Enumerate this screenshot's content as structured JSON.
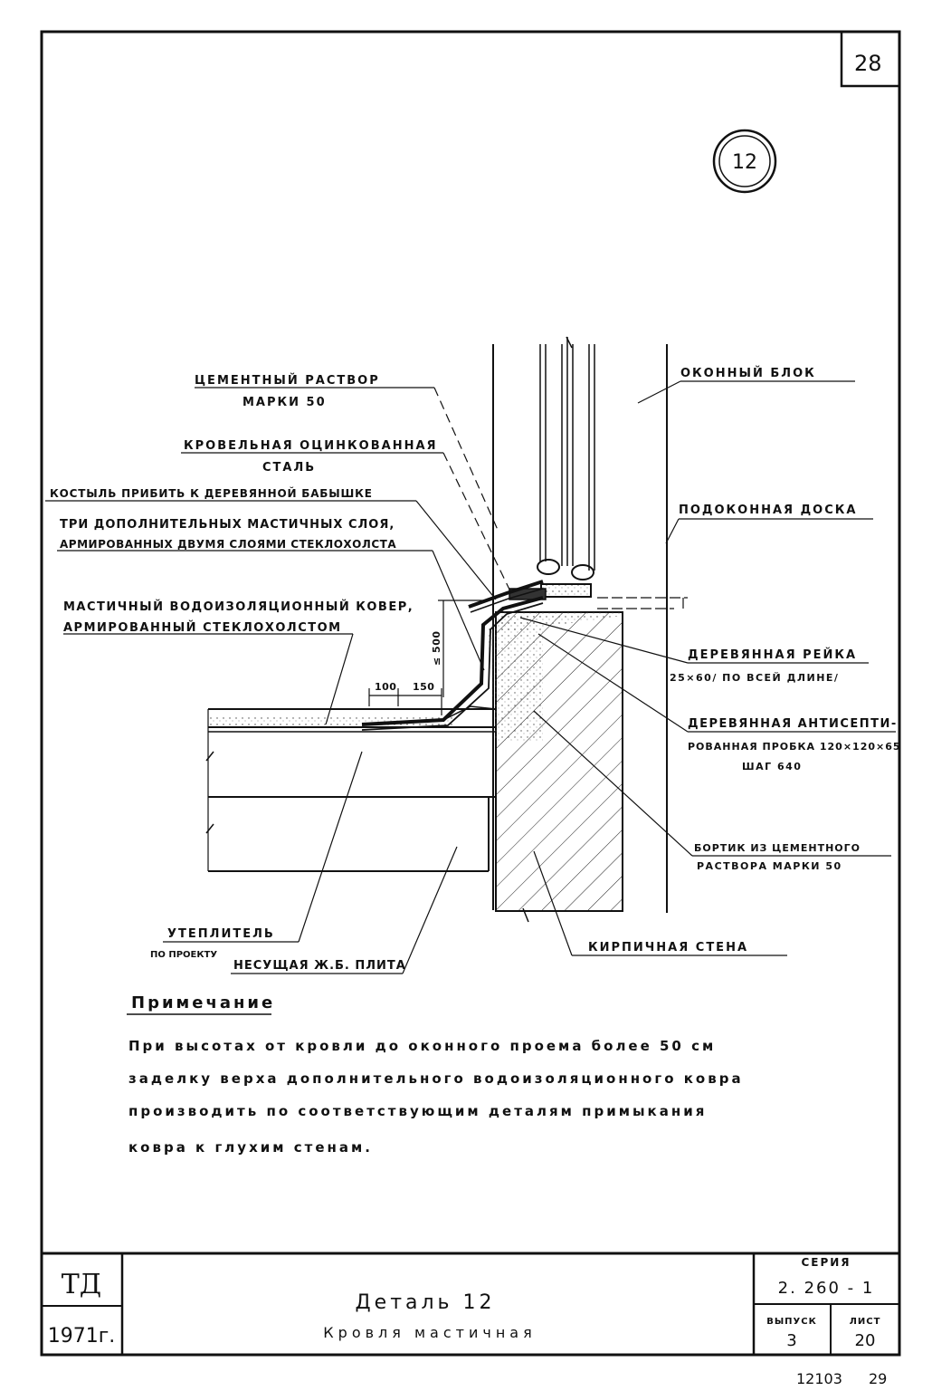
{
  "sheet": {
    "page_number": "28",
    "detail_marker": "12"
  },
  "labels": {
    "cement_mortar_1": "ЦЕМЕНТНЫЙ РАСТВОР",
    "cement_mortar_2": "МАРКИ 50",
    "roof_steel_1": "КРОВЕЛЬНАЯ ОЦИНКОВАННАЯ",
    "roof_steel_2": "СТАЛЬ",
    "crutch": "КОСТЫЛЬ ПРИБИТЬ К ДЕРЕВЯННОЙ БАБЫШКЕ",
    "three_layers_1": "ТРИ ДОПОЛНИТЕЛЬНЫХ МАСТИЧНЫХ СЛОЯ,",
    "three_layers_2": "АРМИРОВАННЫХ ДВУМЯ СЛОЯМИ СТЕКЛОХОЛСТА",
    "mastic_carpet_1": "МАСТИЧНЫЙ ВОДОИЗОЛЯЦИОННЫЙ КОВЕР,",
    "mastic_carpet_2": "АРМИРОВАННЫЙ СТЕКЛОХОЛСТОМ",
    "window_block": "ОКОННЫЙ БЛОК",
    "sill_board": "ПОДОКОННАЯ ДОСКА",
    "wood_strip_1": "ДЕРЕВЯННАЯ РЕЙКА",
    "wood_strip_2": "25×60/ ПО ВСЕЙ ДЛИНЕ/",
    "wood_plug_1": "ДЕРЕВЯННАЯ АНТИСЕПТИ-",
    "wood_plug_2": "РОВАННАЯ ПРОБКА 120×120×65",
    "wood_plug_3": "ШАГ 640",
    "curb_1": "БОРТИК ИЗ ЦЕМЕНТНОГО",
    "curb_2": "РАСТВОРА МАРКИ 50",
    "insulation_1": "УТЕПЛИТЕЛЬ",
    "insulation_2": "ПО ПРОЕКТУ",
    "slab": "НЕСУЩАЯ Ж.Б. ПЛИТА",
    "brick_wall": "КИРПИЧНАЯ СТЕНА"
  },
  "dimensions": {
    "d100": "100",
    "d150": "150",
    "d500": "≤ 500"
  },
  "note": {
    "heading": "Примечание",
    "line1": "При высотах от кровли до оконного проема более 50 см",
    "line2": "заделку верха дополнительного водоизоляционного ковра",
    "line3": "производить по соответствующим деталям примыкания",
    "line4": "ковра к глухим стенам."
  },
  "title_block": {
    "org": "ТД",
    "year": "1971г.",
    "title": "Деталь 12",
    "subtitle": "Кровля мастичная",
    "series_label": "СЕРИЯ",
    "series_value": "2. 260 - 1",
    "issue_label": "ВЫПУСК",
    "issue_value": "3",
    "sheet_label": "ЛИСТ",
    "sheet_value": "20"
  },
  "footer": {
    "code": "12103",
    "number": "29"
  }
}
